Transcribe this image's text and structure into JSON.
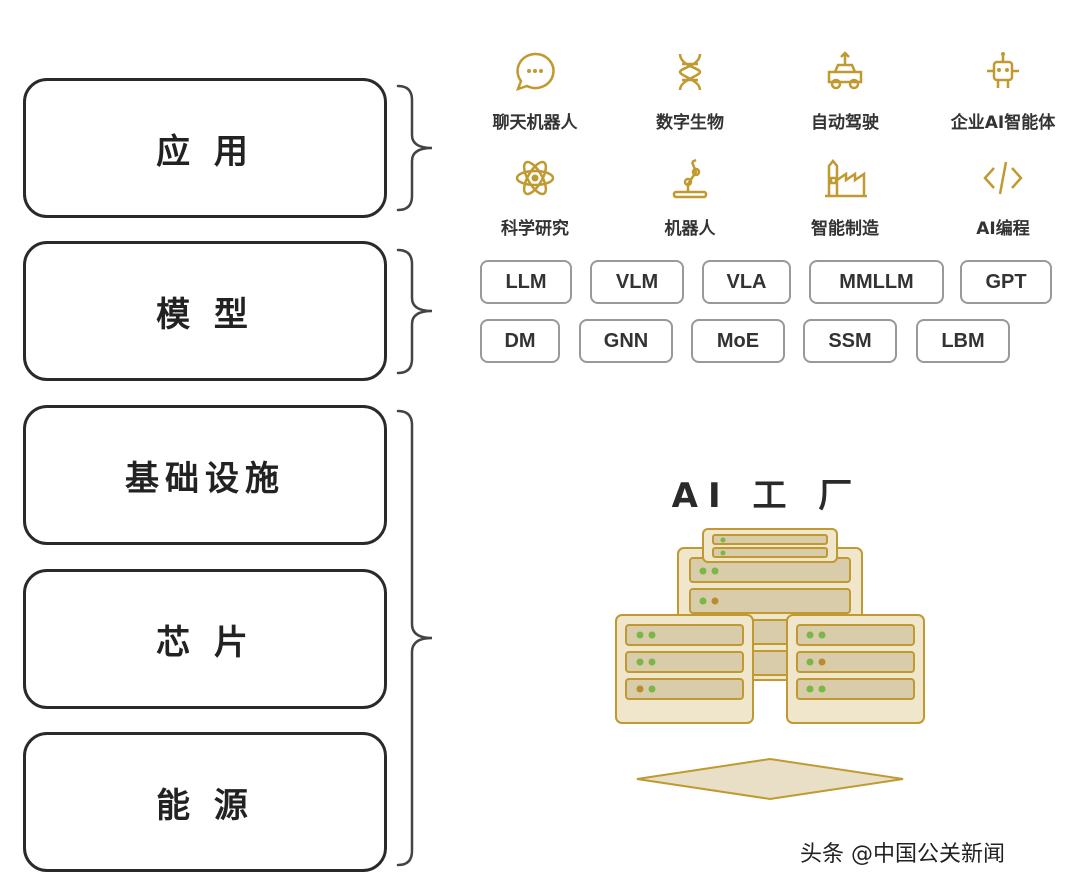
{
  "layers": [
    "应 用",
    "模 型",
    "基础设施",
    "芯 片",
    "能 源"
  ],
  "applications": [
    {
      "label": "聊天机器人",
      "icon": "chat-bubble-icon"
    },
    {
      "label": "数字生物",
      "icon": "dna-icon"
    },
    {
      "label": "自动驾驶",
      "icon": "car-icon"
    },
    {
      "label": "企业AI智能体",
      "icon": "robot-icon"
    },
    {
      "label": "科学研究",
      "icon": "atom-icon"
    },
    {
      "label": "机器人",
      "icon": "robot-arm-icon"
    },
    {
      "label": "智能制造",
      "icon": "factory-icon"
    },
    {
      "label": "AI编程",
      "icon": "code-icon"
    }
  ],
  "models": [
    "LLM",
    "VLM",
    "VLA",
    "MMLLM",
    "GPT",
    "DM",
    "GNN",
    "MoE",
    "SSM",
    "LBM"
  ],
  "infrastructure": {
    "title": "AI 工 厂"
  },
  "watermark": "头条 @中国公关新闻",
  "colors": {
    "accent": "#c09a30",
    "server_fill": "#f0e6cc",
    "server_slot": "#d9ccaa",
    "led_green": "#7ab648",
    "led_amber": "#b98d2e"
  }
}
